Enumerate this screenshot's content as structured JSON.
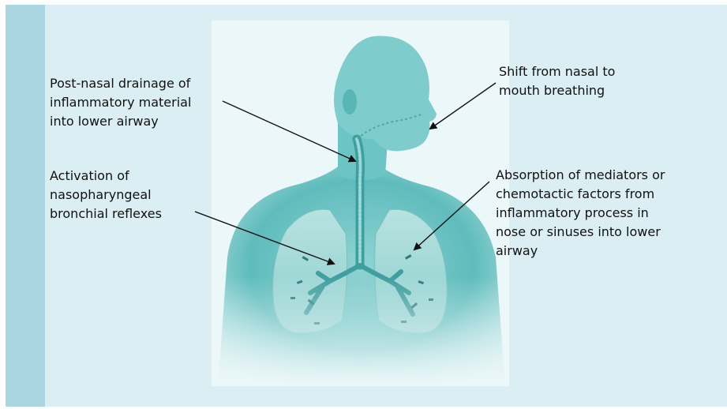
{
  "labels": {
    "postnasal": "Post-nasal drainage of\ninflammatory material\ninto lower airway",
    "shift": "Shift from nasal to\nmouth breathing",
    "activation": "Activation of\nnasopharyngeal\nbronchial reflexes",
    "absorption": "Absorption of mediators or\nchemotactic factors from\ninflammatory process in\nnose or sinuses into lower\nairway"
  },
  "colors": {
    "background": "#dbeef3",
    "side_bar": "#a9d6e1",
    "figure": "#bfe3e6",
    "arrow": "#111111"
  },
  "illustration": {
    "subject": "human-head-and-torso-with-airway-and-lungs",
    "style": "teal-monochrome"
  }
}
